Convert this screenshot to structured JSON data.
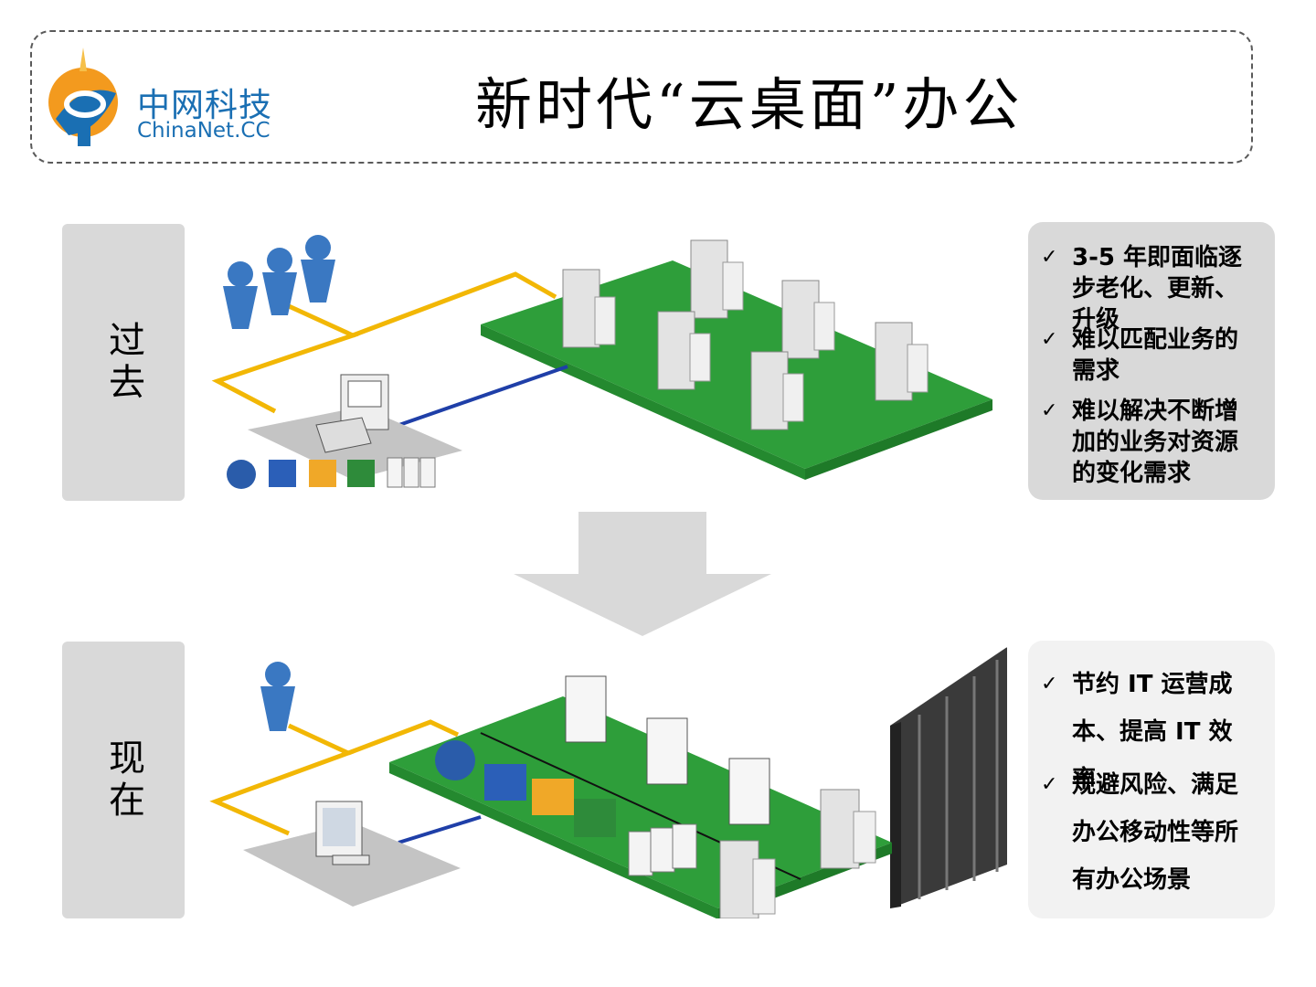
{
  "header": {
    "logo_cn": "中网科技",
    "logo_en": "ChinaNet.CC",
    "title": "新时代“云桌面”办公"
  },
  "past": {
    "label": "过去",
    "bullets": [
      "3-5 年即面临逐步老化、更新、升级",
      "难以匹配业务的需求",
      "难以解决不断增加的业务对资源的变化需求"
    ]
  },
  "present": {
    "label": "现在",
    "bullets": [
      "节约 IT 运营成本、提高 IT 效率",
      "规避风险、满足办公移动性等所有办公场景"
    ]
  },
  "colors": {
    "label_bg": "#d9d9d9",
    "note_bg": "#d9d9d9",
    "network_green": "#2e9e3a",
    "link_yellow": "#f2b705",
    "link_blue": "#1f3fa8",
    "user_blue": "#3a78c2",
    "arrow_gray": "#d9d9d9"
  },
  "icons": [
    "windows-icon",
    "word-icon",
    "outlook-icon",
    "excel-icon",
    "document-icon",
    "server-icon",
    "user-icon",
    "computer-icon",
    "monitor-icon",
    "datacenter-rack-icon",
    "check-icon"
  ]
}
